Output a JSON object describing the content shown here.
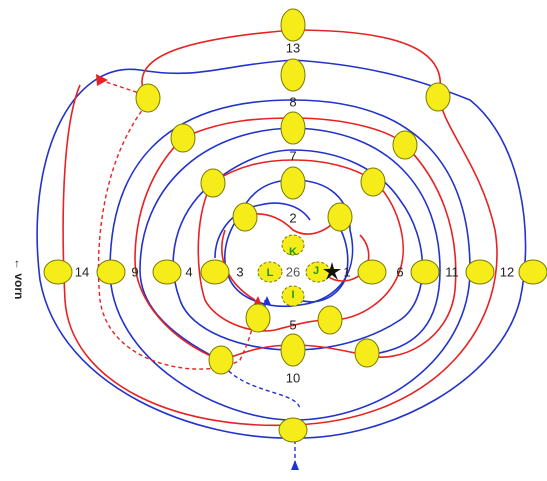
{
  "diagram": {
    "side_label": "← vorn",
    "center_label": "26",
    "numbers": [
      "1",
      "2",
      "3",
      "4",
      "5",
      "6",
      "7",
      "8",
      "9",
      "10",
      "11",
      "12",
      "13",
      "14"
    ],
    "badges": [
      "K",
      "L",
      "J",
      "I"
    ],
    "colors": {
      "red": "#e82222",
      "blue": "#2233cc",
      "yellow": "#f5ec1a",
      "yellow_stroke": "#7a7a00",
      "green": "#1a9a1a",
      "marker": "#111111"
    }
  }
}
